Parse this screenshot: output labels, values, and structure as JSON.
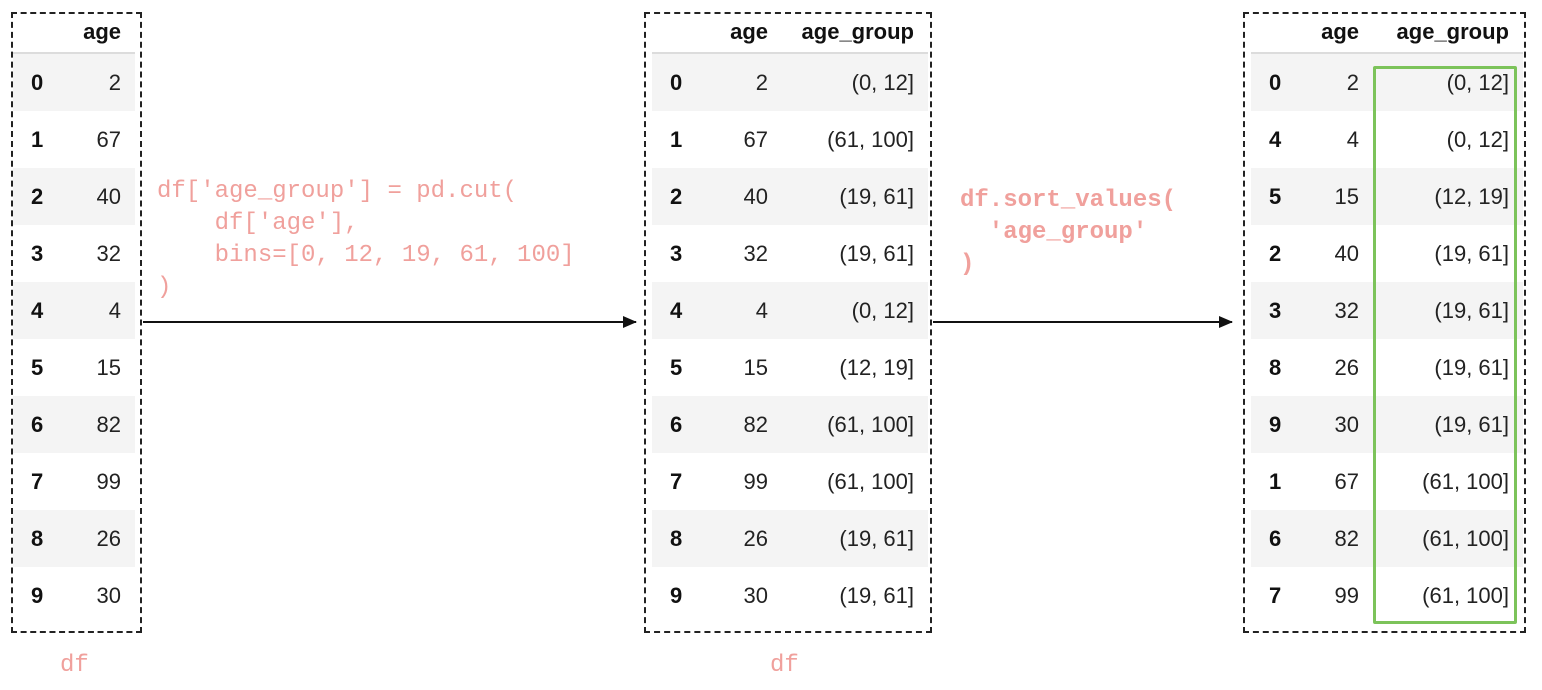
{
  "tables": {
    "original": {
      "columns": [
        "age"
      ],
      "rows": [
        {
          "index": "0",
          "age": "2"
        },
        {
          "index": "1",
          "age": "67"
        },
        {
          "index": "2",
          "age": "40"
        },
        {
          "index": "3",
          "age": "32"
        },
        {
          "index": "4",
          "age": "4"
        },
        {
          "index": "5",
          "age": "15"
        },
        {
          "index": "6",
          "age": "82"
        },
        {
          "index": "7",
          "age": "99"
        },
        {
          "index": "8",
          "age": "26"
        },
        {
          "index": "9",
          "age": "30"
        }
      ]
    },
    "binned": {
      "columns": [
        "age",
        "age_group"
      ],
      "rows": [
        {
          "index": "0",
          "age": "2",
          "age_group": "(0, 12]"
        },
        {
          "index": "1",
          "age": "67",
          "age_group": "(61, 100]"
        },
        {
          "index": "2",
          "age": "40",
          "age_group": "(19, 61]"
        },
        {
          "index": "3",
          "age": "32",
          "age_group": "(19, 61]"
        },
        {
          "index": "4",
          "age": "4",
          "age_group": "(0, 12]"
        },
        {
          "index": "5",
          "age": "15",
          "age_group": "(12, 19]"
        },
        {
          "index": "6",
          "age": "82",
          "age_group": "(61, 100]"
        },
        {
          "index": "7",
          "age": "99",
          "age_group": "(61, 100]"
        },
        {
          "index": "8",
          "age": "26",
          "age_group": "(19, 61]"
        },
        {
          "index": "9",
          "age": "30",
          "age_group": "(19, 61]"
        }
      ]
    },
    "sorted": {
      "columns": [
        "age",
        "age_group"
      ],
      "rows": [
        {
          "index": "0",
          "age": "2",
          "age_group": "(0, 12]"
        },
        {
          "index": "4",
          "age": "4",
          "age_group": "(0, 12]"
        },
        {
          "index": "5",
          "age": "15",
          "age_group": "(12, 19]"
        },
        {
          "index": "2",
          "age": "40",
          "age_group": "(19, 61]"
        },
        {
          "index": "3",
          "age": "32",
          "age_group": "(19, 61]"
        },
        {
          "index": "8",
          "age": "26",
          "age_group": "(19, 61]"
        },
        {
          "index": "9",
          "age": "30",
          "age_group": "(19, 61]"
        },
        {
          "index": "1",
          "age": "67",
          "age_group": "(61, 100]"
        },
        {
          "index": "6",
          "age": "82",
          "age_group": "(61, 100]"
        },
        {
          "index": "7",
          "age": "99",
          "age_group": "(61, 100]"
        }
      ]
    }
  },
  "code": {
    "cut": "df['age_group'] = pd.cut(\n    df['age'],\n    bins=[0, 12, 19, 61, 100]\n)",
    "sort": "df.sort_values(\n  'age_group'\n)"
  },
  "captions": {
    "first": "df",
    "second": "df"
  },
  "colors": {
    "code_text": "#f0a09c",
    "highlight_border": "#7cc35a",
    "stripe": "#f4f4f4"
  }
}
